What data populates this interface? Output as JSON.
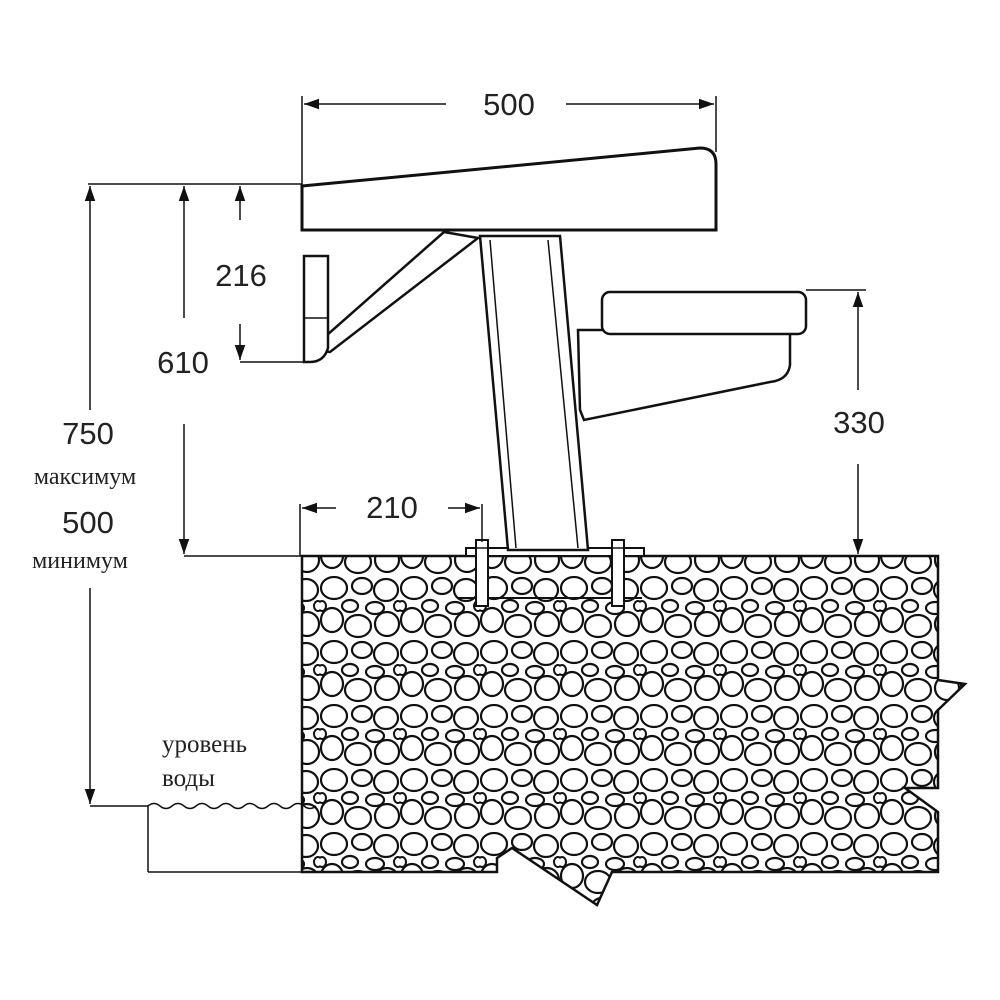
{
  "dimensions": {
    "platform_width": "500",
    "step_height": "216",
    "step_total_height": "610",
    "height_max_value": "750",
    "height_max_label": "максимум",
    "height_min_value": "500",
    "height_min_label": "минимум",
    "handle_height": "330",
    "base_offset": "210"
  },
  "water": {
    "line1": "уровень",
    "line2": "воды"
  }
}
